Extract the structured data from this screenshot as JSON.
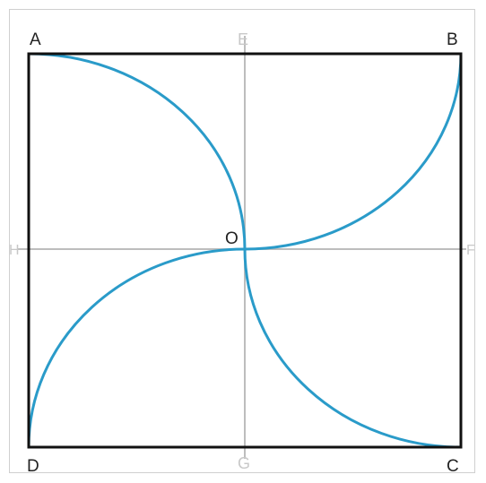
{
  "diagram": {
    "labels": {
      "A": "A",
      "B": "B",
      "C": "C",
      "D": "D",
      "E": "E",
      "F": "F",
      "G": "G",
      "H": "H",
      "O": "O"
    },
    "colors": {
      "square": "#111111",
      "axes": "#bdbdbd",
      "arcs": "#2a9bc9",
      "label": "#222222",
      "faint_label": "#c8c8c8"
    }
  }
}
